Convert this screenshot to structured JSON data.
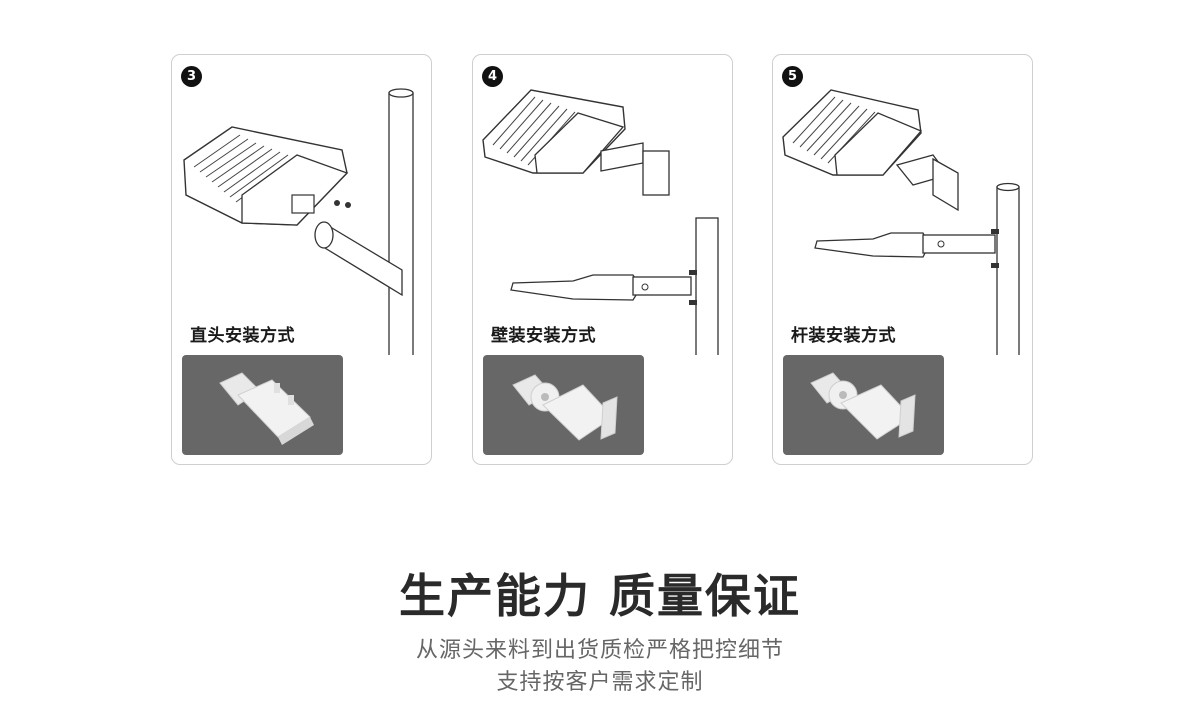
{
  "cards": [
    {
      "step": "3",
      "label": "直头安装方式"
    },
    {
      "step": "4",
      "label": "壁装安装方式"
    },
    {
      "step": "5",
      "label": "杆装安装方式"
    }
  ],
  "section": {
    "title": "生产能力 质量保证",
    "line1": "从源头来料到出货质检严格把控细节",
    "line2": "支持按客户需求定制"
  }
}
